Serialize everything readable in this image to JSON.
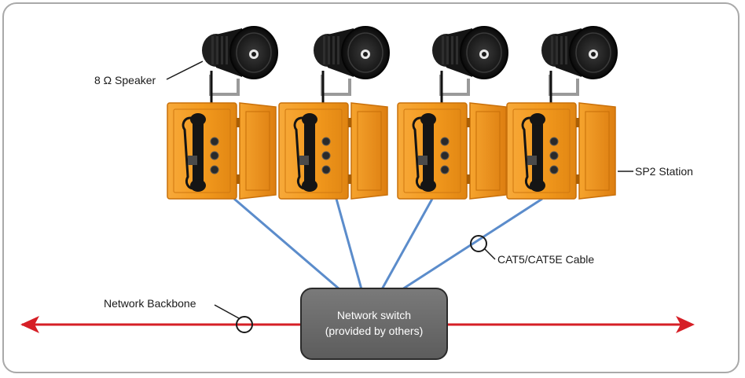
{
  "labels": {
    "speaker": "8 Ω Speaker",
    "station": "SP2 Station",
    "cable": "CAT5/CAT5E Cable",
    "backbone": "Network Backbone",
    "switch_line1": "Network switch",
    "switch_line2": "(provided by others)"
  },
  "station_count": 4,
  "colors": {
    "enclosure": "#f39a1e",
    "enclosure_dark": "#c9700a",
    "cable": "#5b8ccb",
    "backbone": "#d61f26",
    "switch": "#6f6f6f",
    "speaker": "#1c1c1c",
    "frame": "#a9a9a9"
  },
  "icons": [
    "horn-speaker-icon",
    "phone-handset-icon",
    "circle-marker-icon",
    "arrow-icon"
  ]
}
